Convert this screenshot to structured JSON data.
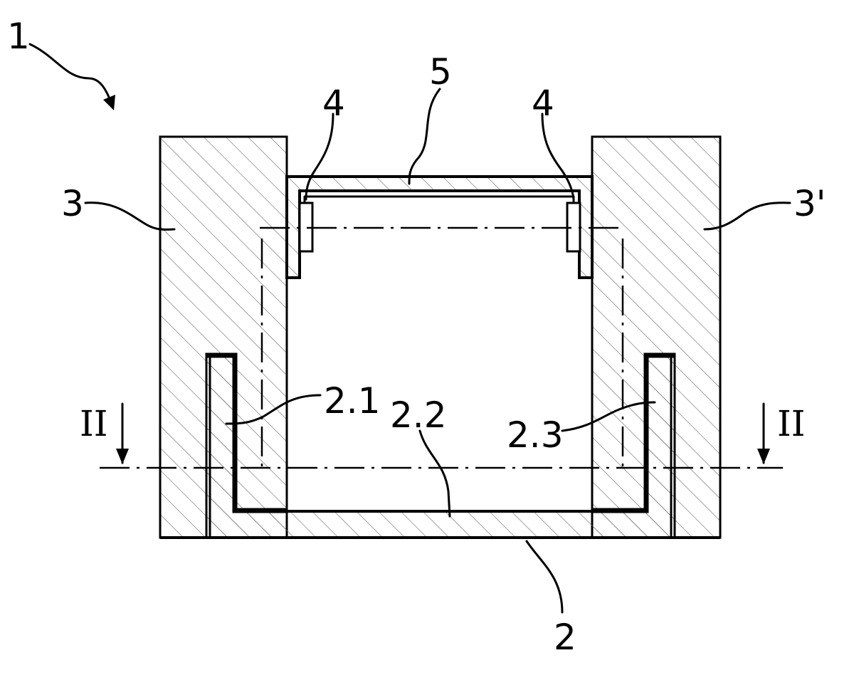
{
  "labels": {
    "assembly": "1",
    "base": "2",
    "leg_left": "2.1",
    "bottom_wall": "2.2",
    "leg_right": "2.3",
    "block_left": "3",
    "block_right": "3'",
    "clip_left": "4",
    "clip_right": "4",
    "cover": "5",
    "section_left": "II",
    "section_right": "II"
  },
  "colors": {
    "line": "#000000",
    "background": "#ffffff"
  }
}
